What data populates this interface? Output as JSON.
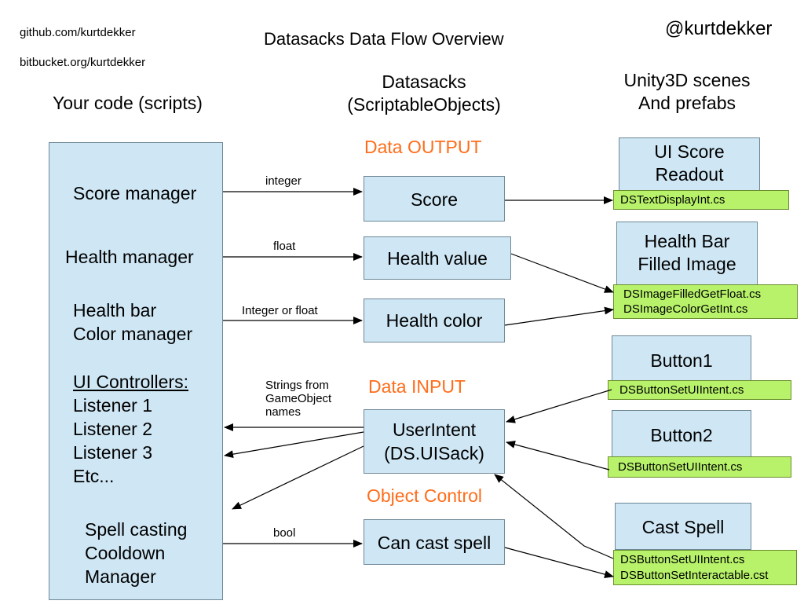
{
  "header": {
    "github": "github.com/kurtdekker",
    "bitbucket": "bitbucket.org/kurtdekker",
    "title": "Datasacks Data Flow Overview",
    "handle": "@kurtdekker"
  },
  "columns": {
    "left": "Your code (scripts)",
    "middle_line1": "Datasacks",
    "middle_line2": "(ScriptableObjects)",
    "right_line1": "Unity3D scenes",
    "right_line2": "And prefabs"
  },
  "sections": {
    "output": "Data OUTPUT",
    "input": "Data INPUT",
    "control": "Object Control"
  },
  "scripts": {
    "score_manager": "Score manager",
    "health_manager": "Health manager",
    "health_bar_line1": "Health bar",
    "health_bar_line2": "Color manager",
    "ui_controllers": "UI Controllers:",
    "listener1": "Listener 1",
    "listener2": "Listener 2",
    "listener3": "Listener 3",
    "etc": "Etc...",
    "spell_line1": "Spell casting",
    "spell_line2": "Cooldown",
    "spell_line3": "Manager"
  },
  "sacks": {
    "score": "Score",
    "health_value": "Health value",
    "health_color": "Health color",
    "userintent_line1": "UserIntent",
    "userintent_line2": "(DS.UISack)",
    "can_cast": "Can cast spell"
  },
  "edge_labels": {
    "integer": "integer",
    "float": "float",
    "int_or_float": "Integer or float",
    "strings_line1": "Strings from",
    "strings_line2": "GameObject",
    "strings_line3": "names",
    "bool": "bool"
  },
  "unity": {
    "ui_score_line1": "UI Score",
    "ui_score_line2": "Readout",
    "ui_score_script": "DSTextDisplayInt.cs",
    "health_bar_line1": "Health Bar",
    "health_bar_line2": "Filled Image",
    "health_bar_script1": "DSImageFilledGetFloat.cs",
    "health_bar_script2": "DSImageColorGetInt.cs",
    "button1": "Button1",
    "button1_script": "DSButtonSetUIIntent.cs",
    "button2": "Button2",
    "button2_script": "DSButtonSetUIIntent.cs",
    "cast_spell": "Cast Spell",
    "cast_spell_script1": "DSButtonSetUIIntent.cs",
    "cast_spell_script2": "DSButtonSetInteractable.cst"
  },
  "colors": {
    "box_fill": "#cfe7f5",
    "script_fill": "#b7f26a",
    "section_orange": "#ff6d1a"
  }
}
